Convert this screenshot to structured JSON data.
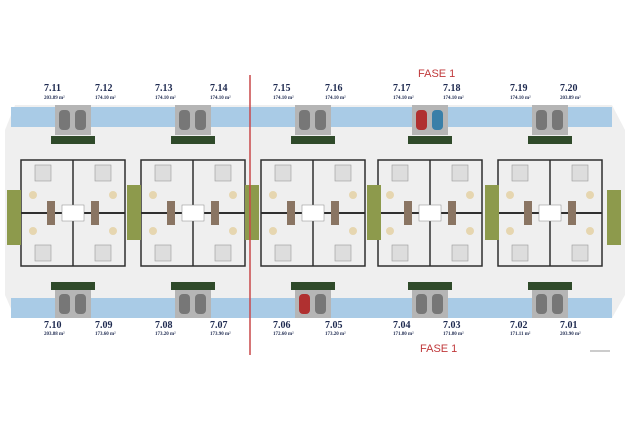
{
  "phase_label_top": "FASE 1",
  "phase_label_bottom": "FASE 1",
  "colors": {
    "pool": "#a9cbe6",
    "phase_line": "#c9484a",
    "wall": "#2f2f2f",
    "parking": "#b5b5b5",
    "garden": "#8d9a4c",
    "ground": "#efefef"
  },
  "units_top": [
    {
      "id": "7.11",
      "area": "203.89 m²"
    },
    {
      "id": "7.12",
      "area": "174.10 m²"
    },
    {
      "id": "7.13",
      "area": "174.10 m²"
    },
    {
      "id": "7.14",
      "area": "174.10 m²"
    },
    {
      "id": "7.15",
      "area": "174.10 m²"
    },
    {
      "id": "7.16",
      "area": "174.10 m²"
    },
    {
      "id": "7.17",
      "area": "174.10 m²"
    },
    {
      "id": "7.18",
      "area": "174.10 m²"
    },
    {
      "id": "7.19",
      "area": "174.10 m²"
    },
    {
      "id": "7.20",
      "area": "203.89 m²"
    }
  ],
  "units_bottom": [
    {
      "id": "7.10",
      "area": "203.88 m²"
    },
    {
      "id": "7.09",
      "area": "173.60 m²"
    },
    {
      "id": "7.08",
      "area": "173.20 m²"
    },
    {
      "id": "7.07",
      "area": "173.90 m²"
    },
    {
      "id": "7.06",
      "area": "172.60 m²"
    },
    {
      "id": "7.05",
      "area": "173.20 m²"
    },
    {
      "id": "7.04",
      "area": "171.80 m²"
    },
    {
      "id": "7.03",
      "area": "171.80 m²"
    },
    {
      "id": "7.02",
      "area": "171.11 m²"
    },
    {
      "id": "7.01",
      "area": "203.90 m²"
    }
  ]
}
